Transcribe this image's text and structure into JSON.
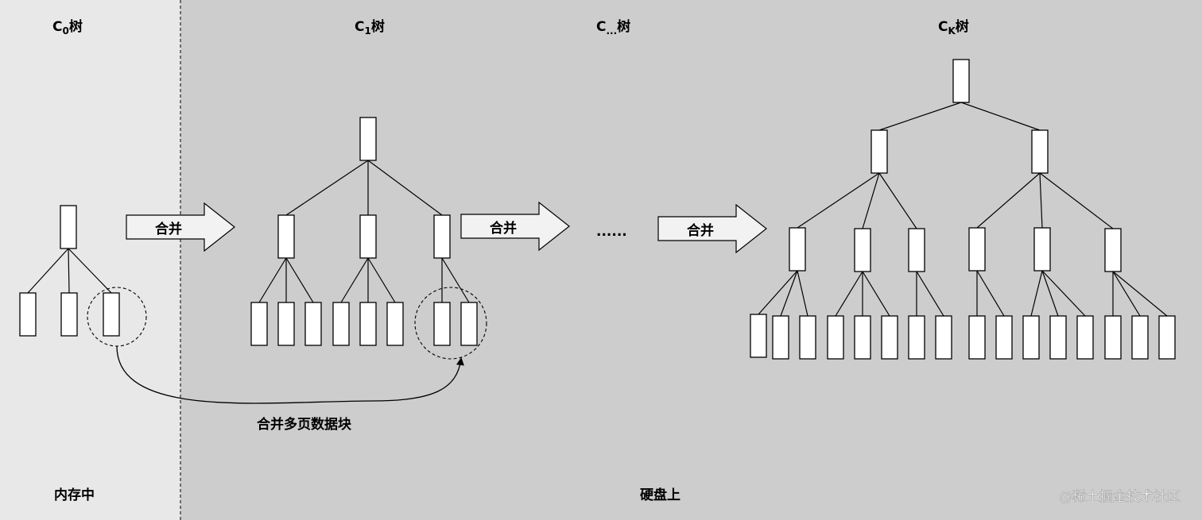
{
  "colors": {
    "memory_bg": "#e8e8e8",
    "disk_bg": "#cdcdcd",
    "node_fill": "#ffffff",
    "arrow_fill": "#f2f2f2",
    "line": "#000000"
  },
  "trees": {
    "c0": {
      "letter": "C",
      "sub": "0",
      "suffix": "树"
    },
    "c1": {
      "letter": "C",
      "sub": "1",
      "suffix": "树"
    },
    "cmid": {
      "letter": "C",
      "sub": "...",
      "suffix": "树"
    },
    "ck": {
      "letter": "C",
      "sub": "K",
      "suffix": "树"
    }
  },
  "merge_arrows": {
    "a1": "合并",
    "a2": "合并",
    "a3": "合并"
  },
  "ellipsis": "......",
  "merge_pages_label": "合并多页数据块",
  "regions": {
    "memory": "内存中",
    "disk": "硬盘上"
  },
  "watermark": "@稀土掘金技术社区"
}
